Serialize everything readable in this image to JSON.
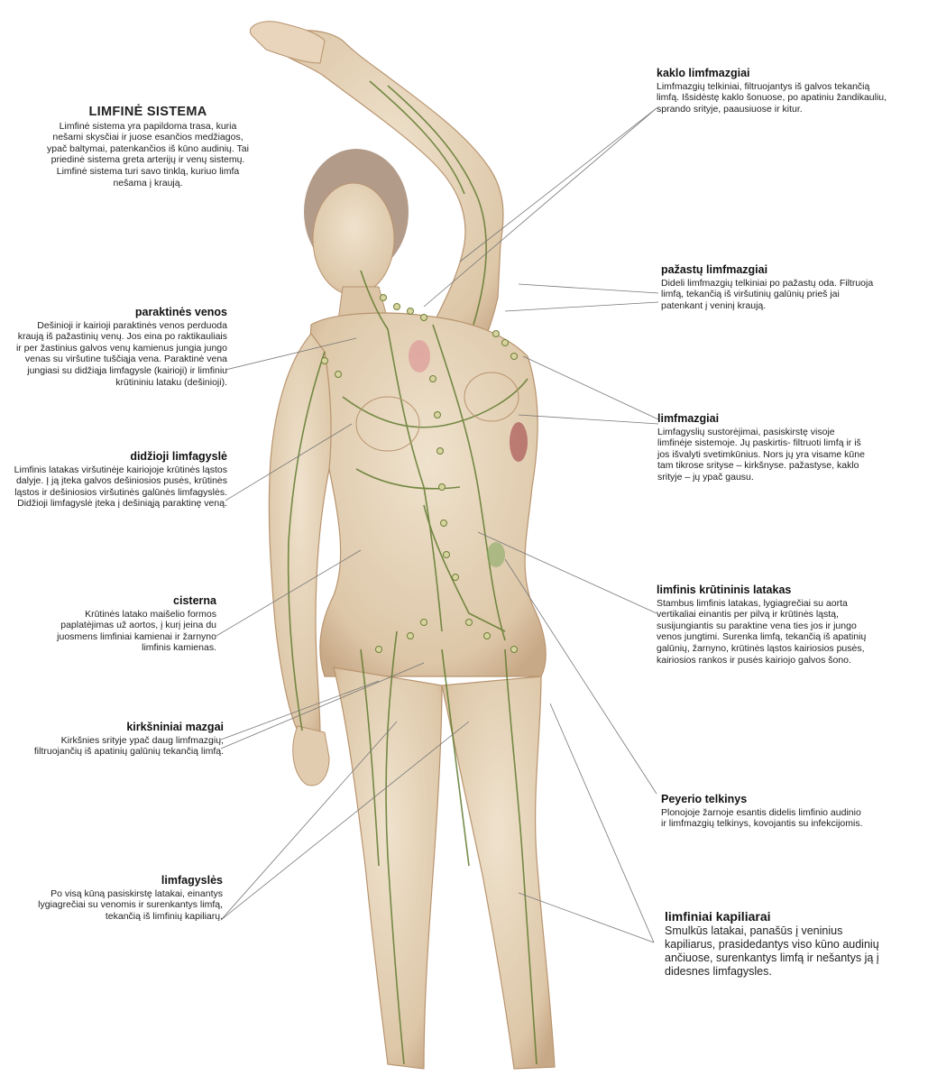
{
  "intro": {
    "title": "LIMFINĖ SISTEMA",
    "text": "Limfinė sistema yra papildoma trasa, kuria nešami skysčiai ir juose esančios medžiagos, ypač baltymai, patenkančios iš kūno audinių. Tai priedinė sistema greta arterijų ir venų sistemų. Limfinė sistema turi savo tinklą, kuriuo limfa nešama į kraują."
  },
  "labels": {
    "parakt": {
      "title": "paraktinės venos",
      "text": "Dešinioji ir kairioji paraktinės venos perduoda kraują iš pažastinių venų. Jos eina po raktikauliais ir per žastinius galvos venų kamienus jungia jungo venas su viršutine tuščiąja vena. Paraktinė vena jungiasi su didžiąja limfagysle (kairioji) ir limfiniu krūtininiu lataku (dešinioji)."
    },
    "didzioji": {
      "title": "didžioji limfagyslė",
      "text": "Limfinis latakas viršutinėje kairiojoje krūtinės ląstos dalyje. Į ją įteka galvos dešiniosios pusės, krūtinės ląstos ir dešiniosios viršutinės galūnės limfagyslės. Didžioji limfagyslė įteka į dešiniąją paraktinę veną."
    },
    "cisterna": {
      "title": "cisterna",
      "text": "Krūtinės latako maišelio formos paplatėjimas už aortos, į kurį įeina du juosmens limfiniai kamienai ir žarnyno limfinis kamienas."
    },
    "kirksn": {
      "title": "kirkšniniai mazgai",
      "text": "Kirkšnies srityje ypač daug limfmazgių, filtruojančių iš apatinių galūnių tekančią limfą."
    },
    "limfagysles": {
      "title": "limfagyslės",
      "text": "Po visą kūną pasiskirstę latakai, einantys lygiagrečiai su venomis ir surenkantys limfą, tekančią iš limfinių kapiliarų."
    },
    "kaklo": {
      "title": "kaklo limfmazgiai",
      "text": "Limfmazgių telkiniai, filtruojantys iš galvos tekančią limfą. Išsidėstę kaklo šonuose, po apatiniu žandikauliu, sprando srityje, paausiuose ir kitur."
    },
    "pazastu": {
      "title": "pažastų limfmazgiai",
      "text": "Dideli limfmazgių telkiniai po pažastų oda. Filtruoja limfą, tekančią iš viršutinių galūnių prieš jai patenkant į veninį kraują."
    },
    "limfmazgiai": {
      "title": "limfmazgiai",
      "text": "Limfagyslių sustorėjimai, pasiskirstę visoje limfinėje sistemoje. Jų paskirtis- filtruoti limfą ir iš jos išvalyti svetimkūnius. Nors jų yra visame kūne tam tikrose srityse – kirkšnyse. pažastyse, kaklo srityje – jų ypač gausu."
    },
    "krutininis": {
      "title": "limfinis krūtininis latakas",
      "text": "Stambus limfinis latakas, lygiagrečiai su aorta vertikaliai einantis per pilvą ir krūtinės ląstą, susijungiantis su paraktine vena ties jos ir jungo venos jungtimi. Surenka limfą, tekančią iš apatinių galūnių, žarnyno, krūtinės ląstos kairiosios pusės, kairiosios rankos ir pusės kairiojo galvos šono."
    },
    "peyerio": {
      "title": "Peyerio telkinys",
      "text": "Plonojoje žarnoje esantis didelis limfinio audinio ir limfmazgių telkinys, kovojantis su infekcijomis."
    },
    "kapiliarai": {
      "title": "limfiniai kapiliarai",
      "text": "Smulkūs latakai, panašūs į veninius kapiliarus, prasidedantys viso kūno audinių ančiuose, surenkantys limfą ir nešantys ją į didesnes limfagysles."
    }
  },
  "colors": {
    "skin": "#e6d5bd",
    "skin_shade": "#c9ab8b",
    "lymph": "#5f7a2e",
    "node": "#d8d4a0",
    "leader": "#777777",
    "hair": "#8a6a55"
  },
  "icons": [
    "human-body-figure",
    "lymph-vessels",
    "lymph-nodes"
  ]
}
